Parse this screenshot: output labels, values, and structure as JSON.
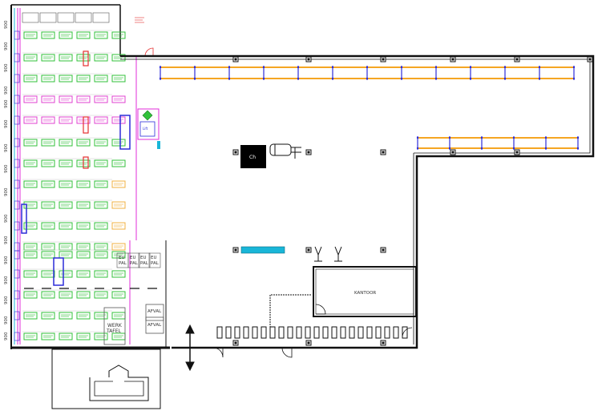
{
  "labels": {
    "charger": "Ch",
    "office": "KANTOOR",
    "workbench_line1": "WERK",
    "workbench_line2": "TAFEL",
    "waste_1": "AFVAL",
    "waste_2": "AFVAL",
    "eu_pallet_top": "EU",
    "eu_pallet_bottom": "PAL",
    "lift": "Lift"
  },
  "aisle_dims": [
    "900",
    "900",
    "900",
    "900",
    "900",
    "900",
    "900",
    "900",
    "900",
    "900",
    "900",
    "900",
    "900",
    "900",
    "900",
    "900",
    "900"
  ],
  "colors": {
    "wall": "#111111",
    "rack_beam": "#f5a623",
    "rack_upright": "#2b2bd9",
    "pallet_green": "#31c23a",
    "pallet_orange": "#f0b040",
    "pallet_pink": "#e040d0",
    "pipe": "#e02cd8",
    "cyan": "#19b6d8",
    "red": "#e53030"
  }
}
